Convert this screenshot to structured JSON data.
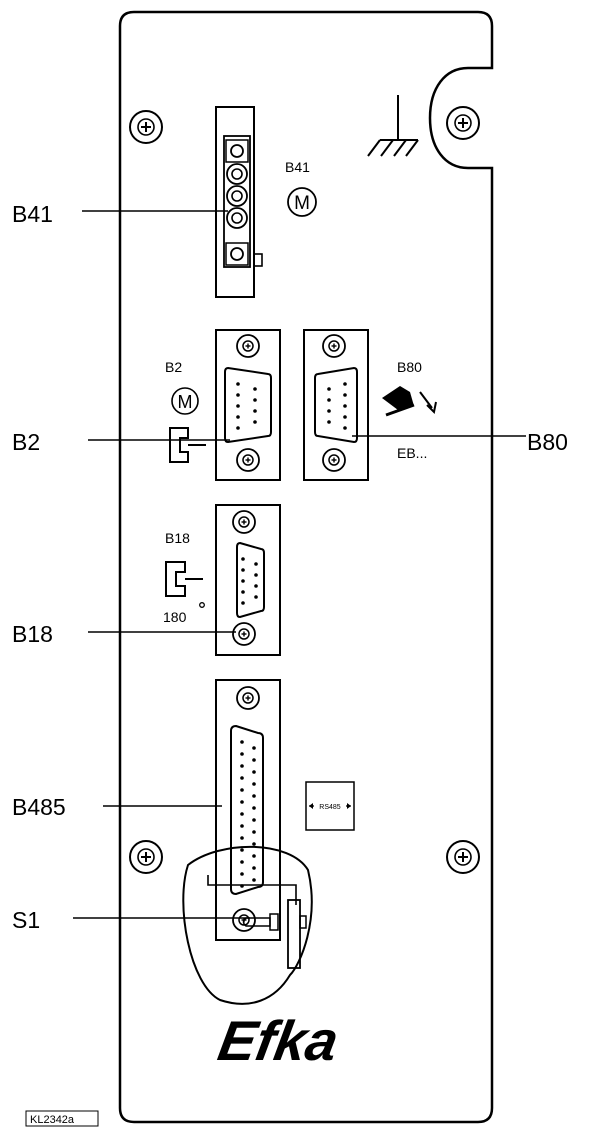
{
  "callouts": {
    "b41": "B41",
    "b2": "B2",
    "b80": "B80",
    "b18": "B18",
    "b485": "B485",
    "s1": "S1"
  },
  "panel_labels": {
    "b41": "B41",
    "b2": "B2",
    "b80": "B80",
    "b18": "B18",
    "eb": "EB...",
    "angle": "180",
    "motor": "M",
    "rs485": "RS485"
  },
  "logo": "Efka",
  "drawing_ref": "KL2342a"
}
